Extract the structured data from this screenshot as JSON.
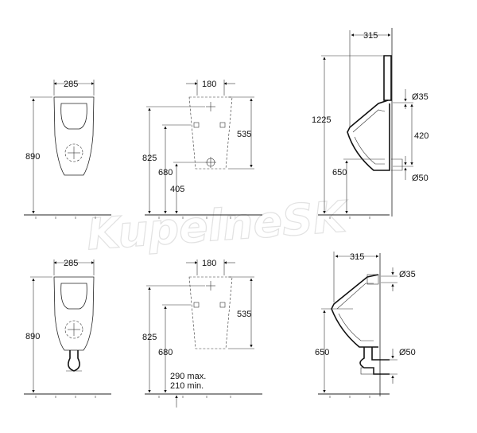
{
  "watermark": "KupelneSK",
  "top": {
    "front_width": "285",
    "front_height": "890",
    "inlet_spacing": "180",
    "height_825": "825",
    "height_680": "680",
    "height_405": "405",
    "span_535": "535",
    "side_depth": "315",
    "total_height": "1225",
    "pipe_height": "650",
    "pipe_spacing": "420",
    "inlet_diameter": "Ø35",
    "outlet_diameter": "Ø50"
  },
  "bottom": {
    "front_width": "285",
    "front_height": "890",
    "inlet_spacing": "180",
    "height_825": "825",
    "height_680": "680",
    "span_535": "535",
    "outlet_max": "290 max.",
    "outlet_min": "210 min.",
    "side_depth": "315",
    "pipe_height": "650",
    "inlet_diameter": "Ø35",
    "outlet_diameter": "Ø50"
  }
}
